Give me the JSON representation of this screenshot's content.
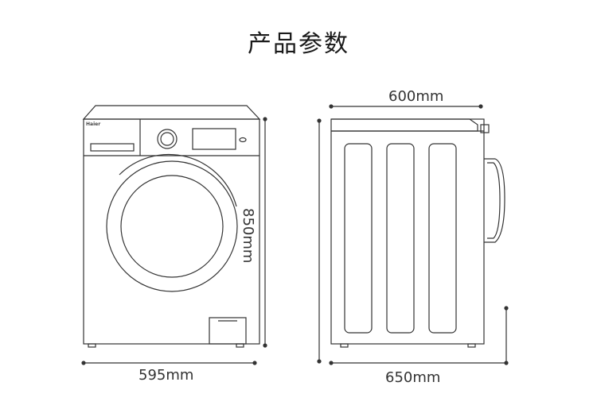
{
  "title": "产品参数",
  "brand": "Haier",
  "dimensions": {
    "front_width": "595mm",
    "height": "850mm",
    "side_depth_top": "600mm",
    "side_depth_bottom": "650mm"
  },
  "colors": {
    "line": "#333333",
    "text": "#333333"
  }
}
